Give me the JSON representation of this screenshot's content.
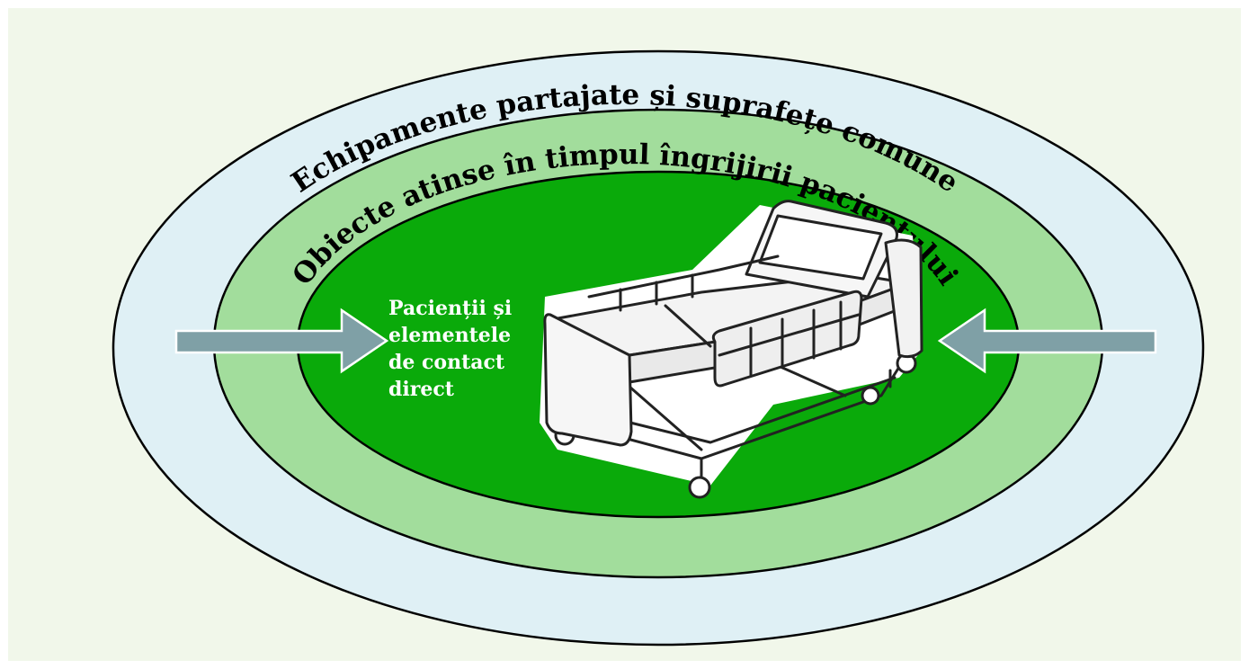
{
  "diagram": {
    "outer_ring": {
      "label": "Echipamente partajate și suprafețe comune",
      "color": "#dff0f5"
    },
    "middle_ring": {
      "label": "Obiecte atinse în timpul îngrijirii pacientului",
      "color": "#a2dd9c"
    },
    "inner_zone": {
      "label_lines": [
        "Pacienții și",
        "elementele",
        "de contact",
        "direct"
      ],
      "color": "#0aaa0a"
    },
    "background_color": "#f1f7ea",
    "arrow_color": "#7fa0a6",
    "icons": {
      "left_arrow": "arrow-right-icon",
      "right_arrow": "arrow-left-icon",
      "bed": "hospital-bed-icon"
    }
  }
}
